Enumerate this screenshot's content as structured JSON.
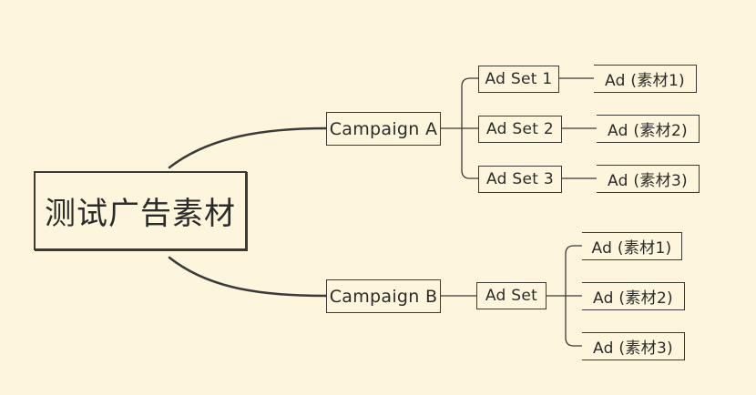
{
  "root": {
    "label": "测试广告素材"
  },
  "campaigns": [
    {
      "label": "Campaign A",
      "ad_sets": [
        {
          "label": "Ad Set 1",
          "ads": [
            "Ad (素材1)"
          ]
        },
        {
          "label": "Ad Set 2",
          "ads": [
            "Ad (素材2)"
          ]
        },
        {
          "label": "Ad Set 3",
          "ads": [
            "Ad (素材3)"
          ]
        }
      ]
    },
    {
      "label": "Campaign B",
      "ad_sets": [
        {
          "label": "Ad Set",
          "ads": [
            "Ad (素材1)",
            "Ad (素材2)",
            "Ad (素材3)"
          ]
        }
      ]
    }
  ]
}
